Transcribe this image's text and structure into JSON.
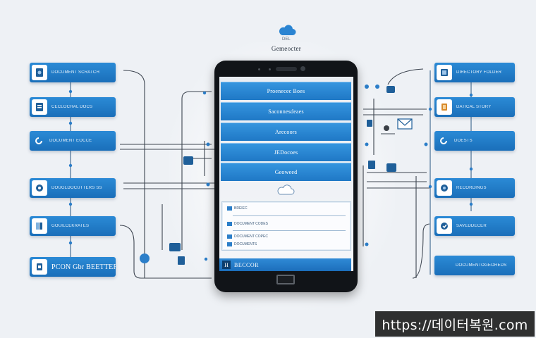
{
  "header": {
    "tag": "DEL",
    "title": "Gemeocter"
  },
  "left_cards": [
    {
      "label": "DOCUMENT SCRATCH"
    },
    {
      "label": "CECLOCHAL DOCS"
    },
    {
      "label": "DOCUMENT EOCCE"
    },
    {
      "label": "DOUGLDOCUTTERS SS"
    },
    {
      "label": "GOUILCEKRATES"
    },
    {
      "label": "PCON Gbr BEETTER"
    }
  ],
  "right_cards": [
    {
      "label": "DIRECTORY FOLDER"
    },
    {
      "label": "DATICAL STORY"
    },
    {
      "label": "DOESTS"
    },
    {
      "label": "RECORDINGS"
    },
    {
      "label": "SAVEDDECER"
    },
    {
      "label": "DOCUMENTOGEOREDS"
    }
  ],
  "phone": {
    "menu": [
      {
        "label": "Proenecec Boes"
      },
      {
        "label": "Saconnesdeaes"
      },
      {
        "label": "Arecoors"
      },
      {
        "label": "JEDocoes"
      },
      {
        "label": "Geoweed"
      }
    ],
    "panel_rows": [
      {
        "label": "BREIEC"
      },
      {
        "label": "DOCUMENT CODES"
      },
      {
        "label": "DOCUMENT COPEC"
      },
      {
        "label": "DOCUMENTS"
      }
    ],
    "footer": {
      "icon": "H",
      "label": "BECCOR"
    }
  },
  "watermark": "https://데이터복원.com",
  "colors": {
    "card_blue": "#1f78c6",
    "phone_body": "#111418",
    "wire": "#3d4550",
    "background": "#eef1f5"
  }
}
